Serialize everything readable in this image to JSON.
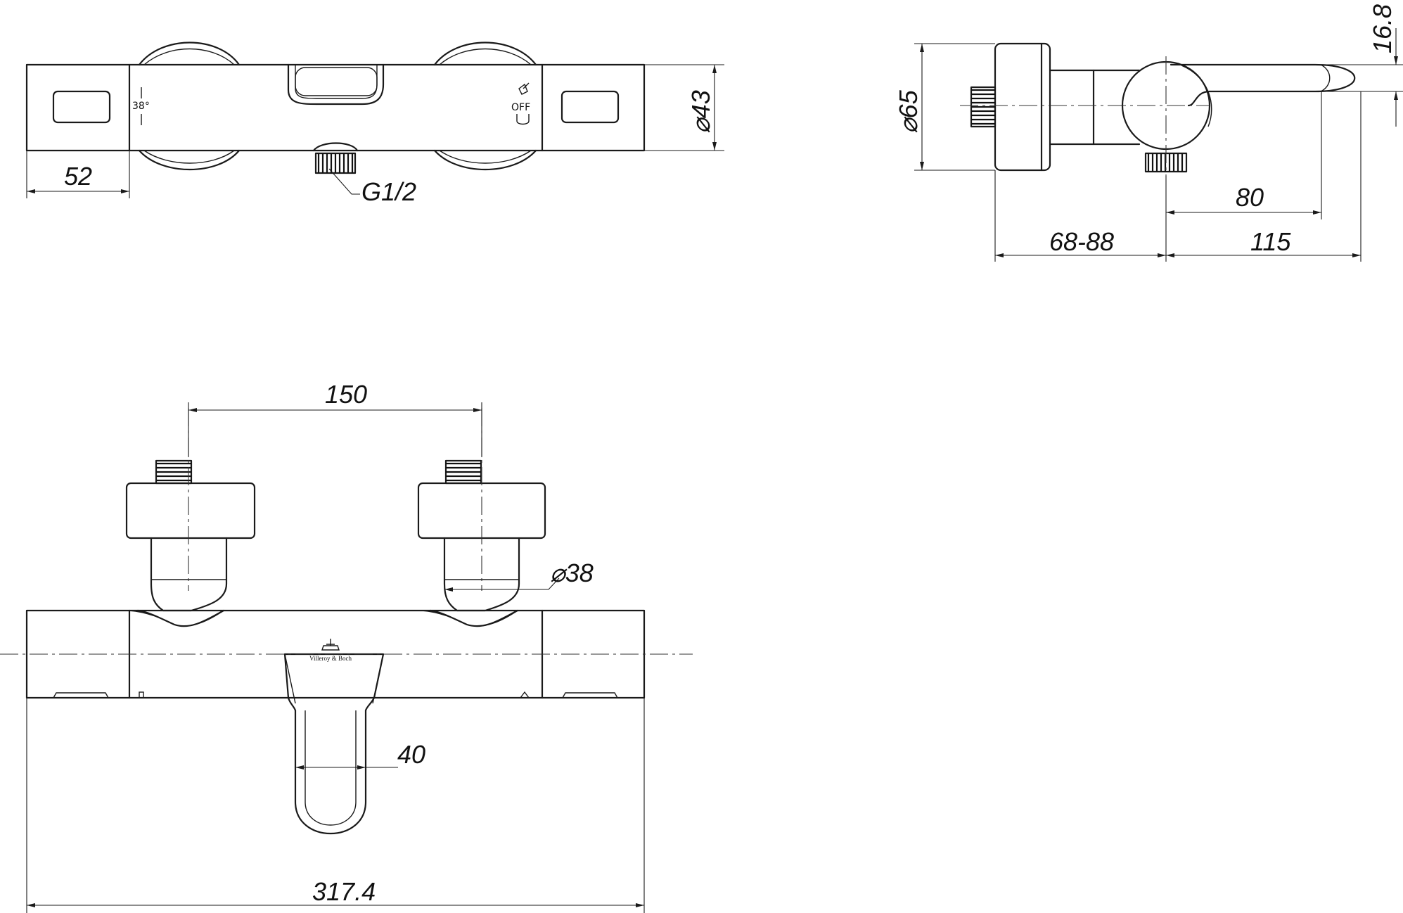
{
  "dimensions": {
    "top_left_width": "52",
    "top_diameter": "43",
    "connection_thread": "G1/2",
    "side_diameter": "65",
    "side_lever_height": "16.8",
    "side_outlet_to_lever": "80",
    "side_wall_distance": "68-88",
    "side_projection": "115",
    "front_inlet_spacing": "150",
    "front_inlet_diameter": "38",
    "front_spout_width": "40",
    "front_total_width": "317.4"
  },
  "markings": {
    "temperature_stop": "38°",
    "off_label": "OFF",
    "brand_logo": "Villeroy & Boch"
  },
  "symbols": {
    "diameter_symbol": "⌀"
  }
}
